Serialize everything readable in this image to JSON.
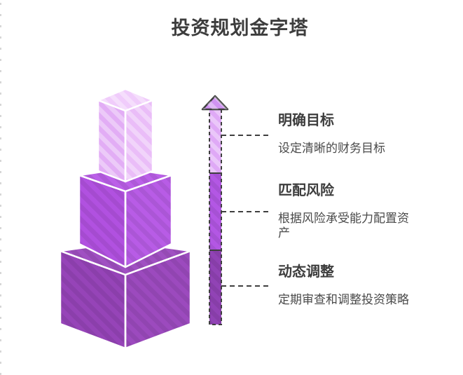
{
  "title": "投资规划金字塔",
  "palette": {
    "title_color": "#3d3d3d",
    "heading_color": "#3d3d3d",
    "desc_color": "#4a4a4a",
    "outline_color": "#3f3f3f",
    "edge_color": "#ffffff",
    "arrow_head_color": "#d093f2"
  },
  "pyramid": {
    "levels": [
      {
        "name": "top-block",
        "top": "#f0ccfb",
        "left": "#e2adf5",
        "right": "#eabdf8"
      },
      {
        "name": "middle-block",
        "top": "#bb60e8",
        "left": "#b151e0",
        "right": "#b85ce6"
      },
      {
        "name": "bottom-block",
        "top": "#a050c2",
        "left": "#9644b8",
        "right": "#9c4abe"
      }
    ]
  },
  "arrow": {
    "segments": [
      {
        "name": "top-segment",
        "color": "#dfa9f6"
      },
      {
        "name": "middle-segment",
        "color": "#b357e4"
      },
      {
        "name": "bottom-segment",
        "color": "#9143b5"
      }
    ]
  },
  "sections": [
    {
      "heading": "明确目标",
      "desc": "设定清晰的财务目标"
    },
    {
      "heading": "匹配风险",
      "desc": "根据风险承受能力配置资产"
    },
    {
      "heading": "动态调整",
      "desc": "定期审查和调整投资策略"
    }
  ]
}
